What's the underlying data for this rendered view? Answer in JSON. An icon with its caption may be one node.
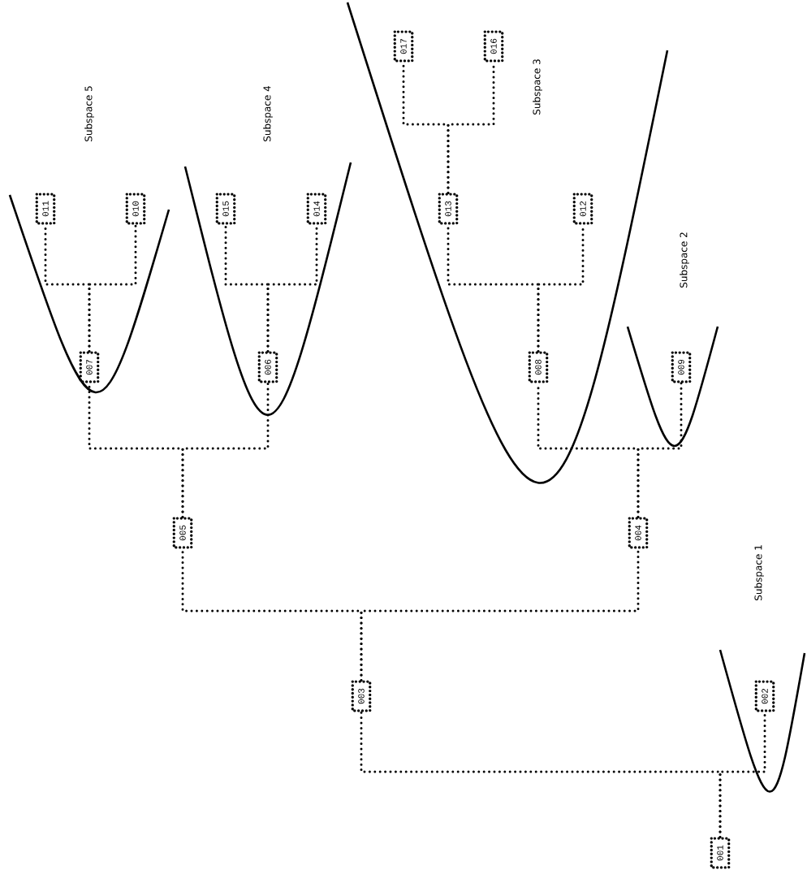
{
  "diagram": {
    "nodes": [
      {
        "text": [
          "001"
        ]
      },
      {
        "text": [
          "002"
        ]
      },
      {
        "text": [
          "003"
        ]
      },
      {
        "text": [
          "004"
        ]
      },
      {
        "text": [
          "005"
        ]
      },
      {
        "text": [
          "006"
        ]
      },
      {
        "text": [
          "007"
        ]
      },
      {
        "text": [
          "008"
        ]
      },
      {
        "text": [
          "009"
        ]
      },
      {
        "text": [
          "010"
        ]
      },
      {
        "text": [
          "011"
        ]
      },
      {
        "text": [
          "012"
        ]
      },
      {
        "text": [
          "013"
        ]
      },
      {
        "text": [
          "014"
        ]
      },
      {
        "text": [
          "015"
        ]
      },
      {
        "text": [
          "016"
        ]
      },
      {
        "text": [
          "017"
        ]
      }
    ],
    "edges": [
      {
        "from": 0,
        "to": 1,
        "arrow": "none"
      },
      {
        "from": 0,
        "to": 2,
        "arrow": "none"
      },
      {
        "from": 2,
        "to": 4,
        "arrow": "none"
      },
      {
        "from": 2,
        "to": 3,
        "arrow": "none"
      },
      {
        "from": 4,
        "to": 6,
        "arrow": "none"
      },
      {
        "from": 4,
        "to": 5,
        "arrow": "none"
      },
      {
        "from": 3,
        "to": 7,
        "arrow": "none"
      },
      {
        "from": 3,
        "to": 8,
        "arrow": "none"
      },
      {
        "from": 6,
        "to": 10,
        "arrow": "none"
      },
      {
        "from": 6,
        "to": 9,
        "arrow": "none"
      },
      {
        "from": 5,
        "to": 14,
        "arrow": "none"
      },
      {
        "from": 5,
        "to": 13,
        "arrow": "none"
      },
      {
        "from": 7,
        "to": 12,
        "arrow": "none"
      },
      {
        "from": 7,
        "to": 11,
        "arrow": "none"
      },
      {
        "from": 12,
        "to": 16,
        "arrow": "none"
      },
      {
        "from": 12,
        "to": 15,
        "arrow": "none"
      }
    ],
    "labels": [
      "Subspace 5",
      "Subspace 4",
      "Subspace 3",
      "Subspace 2",
      "Subspace 1"
    ]
  }
}
